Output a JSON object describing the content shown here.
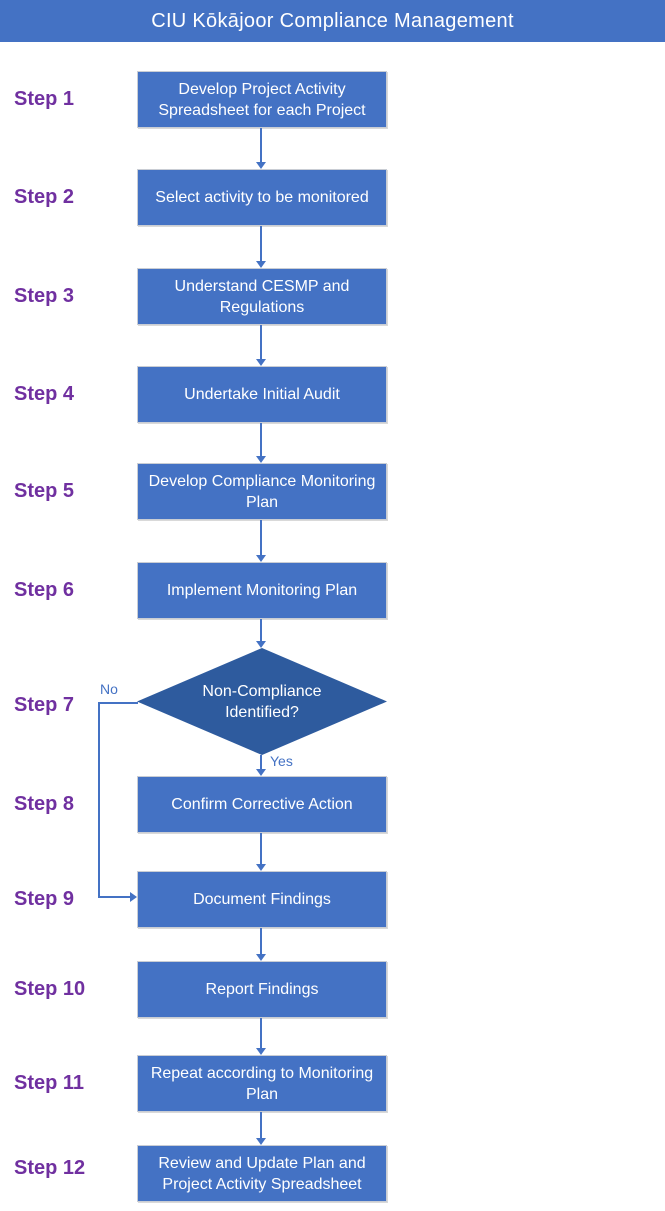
{
  "header": {
    "title": "CIU Kōkājoor Compliance Management"
  },
  "colors": {
    "accent": "#4472C4",
    "diamond": "#2E5B9E",
    "purple": "#7030A0",
    "connector": "#4472C4",
    "box_border": "#C9CDD4",
    "title_text": "#FFFFFF",
    "box_text": "#FFFFFF"
  },
  "decision": {
    "no": "No",
    "yes": "Yes"
  },
  "steps": [
    {
      "label": "Step 1",
      "shape": "rect",
      "text": "Develop Project Activity Spreadsheet for each Project"
    },
    {
      "label": "Step 2",
      "shape": "rect",
      "text": "Select activity to be monitored"
    },
    {
      "label": "Step 3",
      "shape": "rect",
      "text": "Understand CESMP and Regulations"
    },
    {
      "label": "Step 4",
      "shape": "rect",
      "text": "Undertake Initial Audit"
    },
    {
      "label": "Step 5",
      "shape": "rect",
      "text": "Develop Compliance Monitoring Plan"
    },
    {
      "label": "Step 6",
      "shape": "rect",
      "text": "Implement Monitoring Plan"
    },
    {
      "label": "Step 7",
      "shape": "diamond",
      "text": "Non-Compliance Identified?"
    },
    {
      "label": "Step 8",
      "shape": "rect",
      "text": "Confirm Corrective Action"
    },
    {
      "label": "Step 9",
      "shape": "rect",
      "text": "Document Findings"
    },
    {
      "label": "Step 10",
      "shape": "rect",
      "text": "Report Findings"
    },
    {
      "label": "Step 11",
      "shape": "rect",
      "text": "Repeat according to Monitoring Plan"
    },
    {
      "label": "Step 12",
      "shape": "rect",
      "text": "Review and Update Plan and Project Activity Spreadsheet"
    }
  ]
}
